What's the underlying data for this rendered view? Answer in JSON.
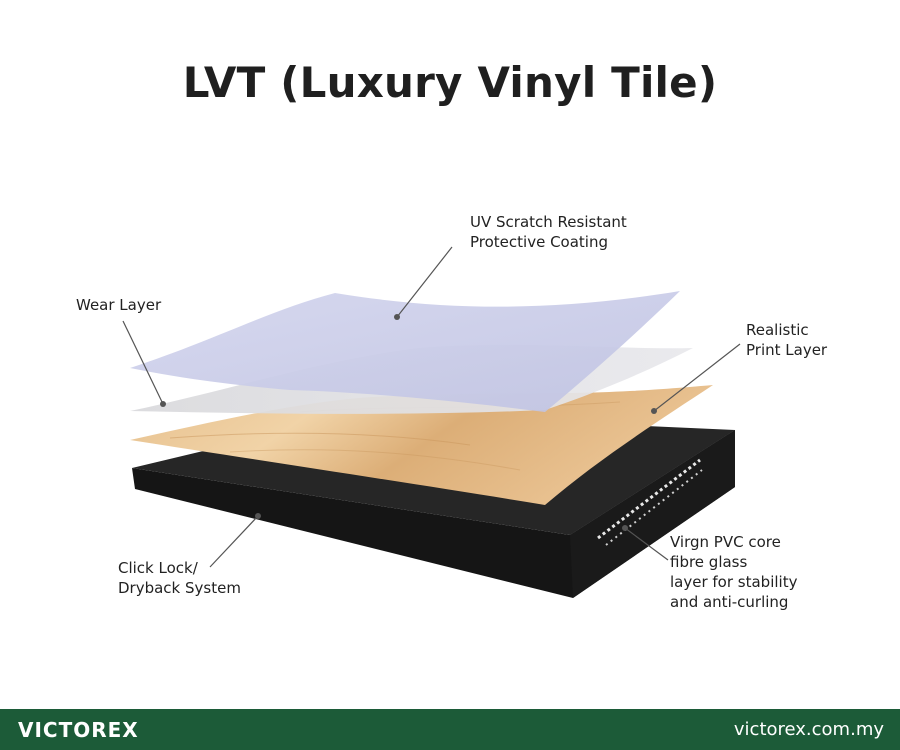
{
  "title": "LVT (Luxury Vinyl Tile)",
  "labels": {
    "uv_coating": [
      "UV Scratch Resistant",
      "Protective Coating"
    ],
    "wear_layer": [
      "Wear Layer"
    ],
    "print_layer": [
      "Realistic",
      "Print Layer"
    ],
    "click_lock": [
      "Click Lock/",
      "Dryback System"
    ],
    "pvc_core": [
      "Virgn PVC core",
      "fibre glass",
      "layer for stability",
      "and anti-curling"
    ]
  },
  "footer": {
    "brand": "VICTOREX",
    "website": "victorex.com.my"
  },
  "colors": {
    "footer_bg": "#1c5b38",
    "uv_layer": "#c9cbe6",
    "wear_layer": "#d6d6da",
    "wood_layer": "#e3b987",
    "core_layer": "#232323"
  }
}
